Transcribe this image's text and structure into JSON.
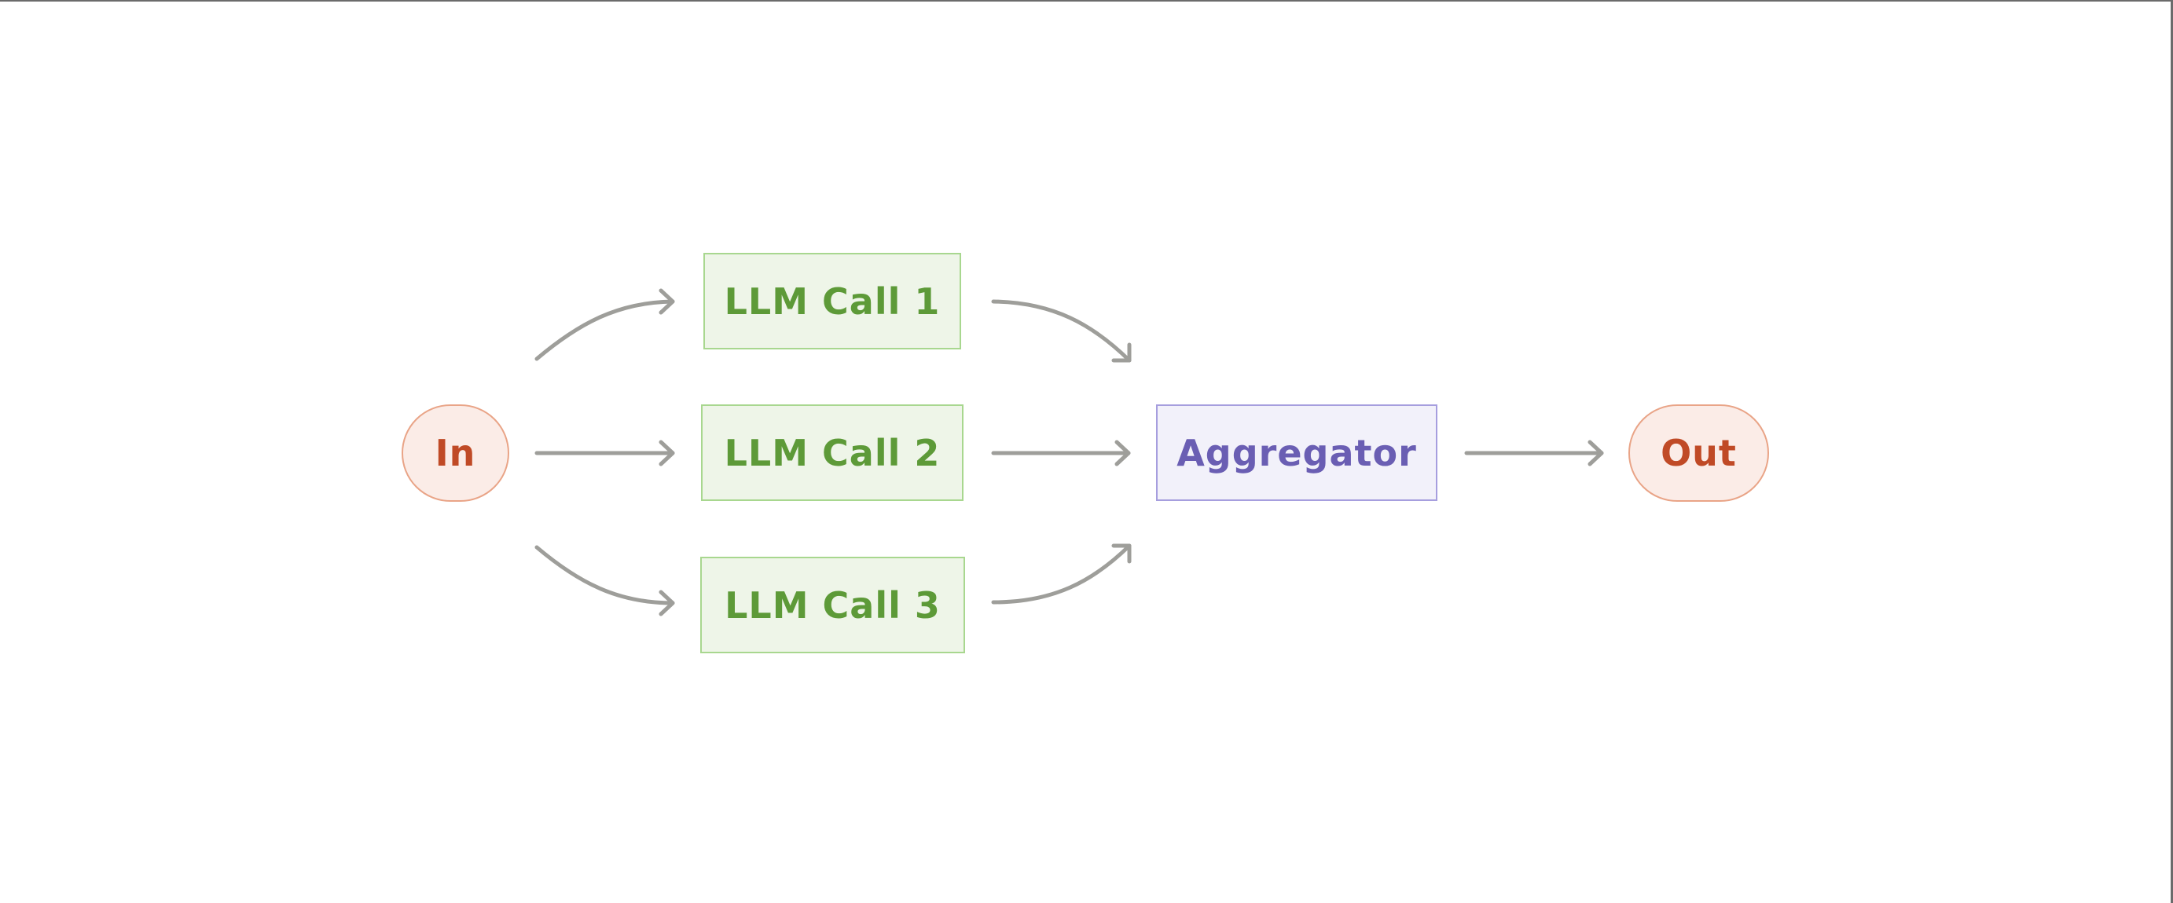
{
  "diagram": {
    "nodes": {
      "input": "In",
      "llm_call_1": "LLM Call 1",
      "llm_call_2": "LLM Call 2",
      "llm_call_3": "LLM Call 3",
      "aggregator": "Aggregator",
      "output": "Out"
    },
    "edges": [
      {
        "from": "In",
        "to": "LLM Call 1"
      },
      {
        "from": "In",
        "to": "LLM Call 2"
      },
      {
        "from": "In",
        "to": "LLM Call 3"
      },
      {
        "from": "LLM Call 1",
        "to": "Aggregator"
      },
      {
        "from": "LLM Call 2",
        "to": "Aggregator"
      },
      {
        "from": "LLM Call 3",
        "to": "Aggregator"
      },
      {
        "from": "Aggregator",
        "to": "Out"
      }
    ],
    "colors": {
      "terminal_fill": "#fbece7",
      "terminal_border": "#e9a487",
      "terminal_text": "#c04a26",
      "llm_fill": "#eef5e8",
      "llm_border": "#a8d78f",
      "llm_text": "#5d9a38",
      "aggregator_fill": "#f2f1fa",
      "aggregator_border": "#a69ede",
      "aggregator_text": "#6a5eb3",
      "arrow": "#9e9e9a"
    }
  }
}
